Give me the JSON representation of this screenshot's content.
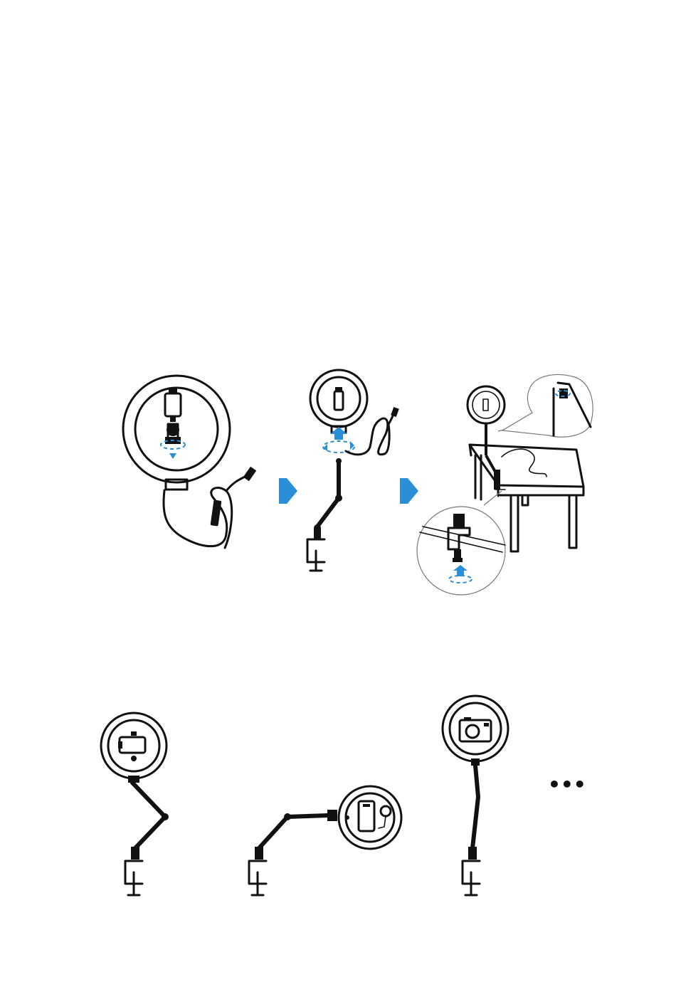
{
  "page": {
    "background": "#ffffff",
    "ink_color": "#111111",
    "accent_color": "#2b8fd6"
  },
  "steps": [
    {
      "id": "step-1",
      "description_icon": "ring-light-with-phone-holder-and-usb-cable"
    },
    {
      "id": "step-2",
      "description_icon": "ring-light-mounted-on-arm-clamp"
    },
    {
      "id": "step-3",
      "description_icon": "ring-light-clamped-to-table"
    }
  ],
  "arrows": [
    "arrow-right-icon",
    "arrow-right-icon"
  ],
  "uses": [
    {
      "id": "use-1",
      "icon": "phone-in-ring-light-icon"
    },
    {
      "id": "use-2",
      "icon": "phone-and-microphone-in-ring-light-icon"
    },
    {
      "id": "use-3",
      "icon": "camera-in-ring-light-icon"
    }
  ],
  "more_indicator": "•••"
}
